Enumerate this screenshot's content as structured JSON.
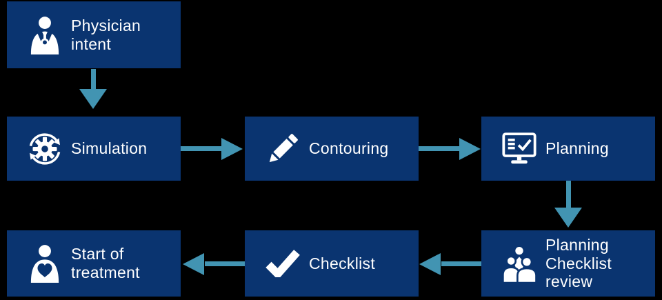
{
  "colors": {
    "background": "#000000",
    "box-blue": "#0a3470",
    "arrow-teal": "#4294b2",
    "text-white": "#ffffff"
  },
  "nodes": [
    {
      "id": "physician-intent",
      "label": "Physician intent",
      "icon": "physician-icon"
    },
    {
      "id": "simulation",
      "label": "Simulation",
      "icon": "gear-sync-icon"
    },
    {
      "id": "contouring",
      "label": "Contouring",
      "icon": "pencil-icon"
    },
    {
      "id": "planning",
      "label": "Planning",
      "icon": "monitor-checklist-icon"
    },
    {
      "id": "planning-checklist-review",
      "label": "Planning Checklist review",
      "icon": "people-group-icon"
    },
    {
      "id": "checklist",
      "label": "Checklist",
      "icon": "checkmark-icon"
    },
    {
      "id": "start-of-treatment",
      "label": "Start of treatment",
      "icon": "patient-heart-icon"
    }
  ],
  "edges": [
    {
      "from": "Physician intent",
      "to": "Simulation",
      "direction": "down"
    },
    {
      "from": "Simulation",
      "to": "Contouring",
      "direction": "right"
    },
    {
      "from": "Contouring",
      "to": "Planning",
      "direction": "right"
    },
    {
      "from": "Planning",
      "to": "Planning Checklist review",
      "direction": "down"
    },
    {
      "from": "Planning Checklist review",
      "to": "Checklist",
      "direction": "left"
    },
    {
      "from": "Checklist",
      "to": "Start of treatment",
      "direction": "left"
    }
  ]
}
